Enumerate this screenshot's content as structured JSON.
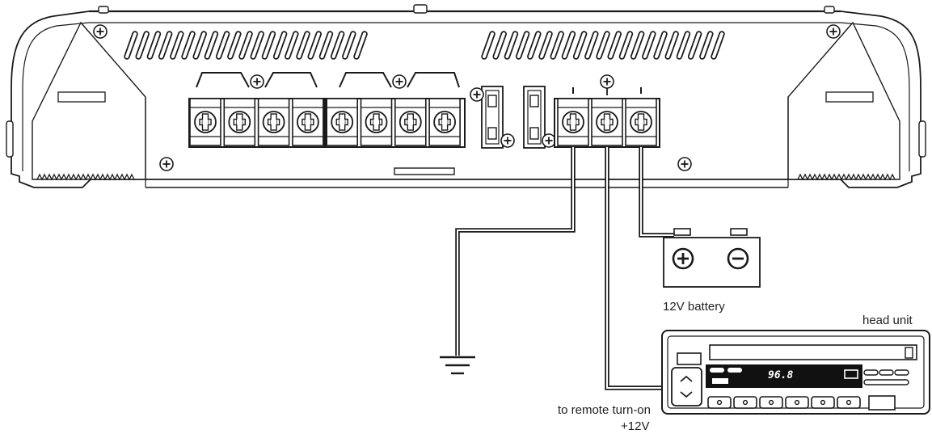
{
  "labels": {
    "battery": "12V battery",
    "head_unit": "head unit",
    "remote_line1": "to remote turn-on",
    "remote_line2": "+12V"
  },
  "head_unit_display": "96.8",
  "battery_symbols": {
    "positive": "⊕",
    "negative": "⊖"
  },
  "colors": {
    "stroke": "#1a1a1a",
    "background": "#ffffff",
    "display": "#111111"
  }
}
